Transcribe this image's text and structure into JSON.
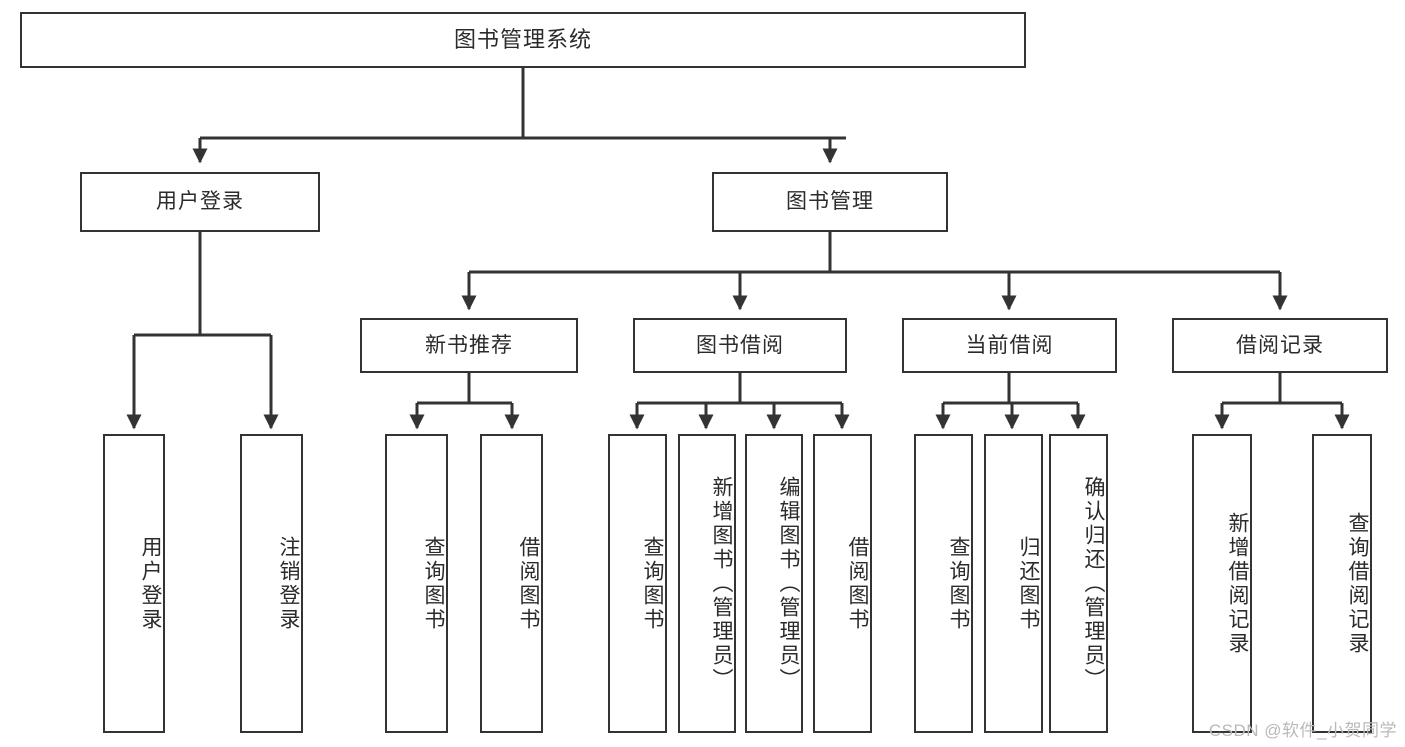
{
  "diagram": {
    "title": "图书管理系统",
    "type": "hierarchy-tree",
    "watermark": "CSDN @软件_小贺同学",
    "colors": {
      "box_border": "#333333",
      "box_fill": "#ffffff",
      "text": "#2b2b2b",
      "edge": "#333333",
      "watermark": "#b9b9b9"
    },
    "nodes": {
      "root": {
        "label": "图书管理系统"
      },
      "level2": [
        {
          "id": "user-login",
          "label": "用户登录"
        },
        {
          "id": "book-management",
          "label": "图书管理"
        }
      ],
      "level3": [
        {
          "id": "new-book-recommend",
          "label": "新书推荐"
        },
        {
          "id": "book-borrow",
          "label": "图书借阅"
        },
        {
          "id": "current-borrow",
          "label": "当前借阅"
        },
        {
          "id": "borrow-record",
          "label": "借阅记录"
        }
      ],
      "leaves": {
        "user_login": [
          {
            "id": "leaf-user-login",
            "label": "用户登录"
          },
          {
            "id": "leaf-logout-login",
            "label": "注销登录"
          }
        ],
        "new_book_recommend": [
          {
            "id": "leaf-query-book-1",
            "label": "查询图书"
          },
          {
            "id": "leaf-borrow-book-1",
            "label": "借阅图书"
          }
        ],
        "book_borrow": [
          {
            "id": "leaf-query-book-2",
            "label": "查询图书"
          },
          {
            "id": "leaf-add-book",
            "label": "新增图书（管理员）"
          },
          {
            "id": "leaf-edit-book",
            "label": "编辑图书（管理员）"
          },
          {
            "id": "leaf-borrow-book-2",
            "label": "借阅图书"
          }
        ],
        "current_borrow": [
          {
            "id": "leaf-query-book-3",
            "label": "查询图书"
          },
          {
            "id": "leaf-return-book",
            "label": "归还图书"
          },
          {
            "id": "leaf-confirm-return",
            "label": "确认归还（管理员）"
          }
        ],
        "borrow_record": [
          {
            "id": "leaf-add-borrow-record",
            "label": "新增借阅记录"
          },
          {
            "id": "leaf-query-borrow-record",
            "label": "查询借阅记录"
          }
        ]
      }
    }
  }
}
